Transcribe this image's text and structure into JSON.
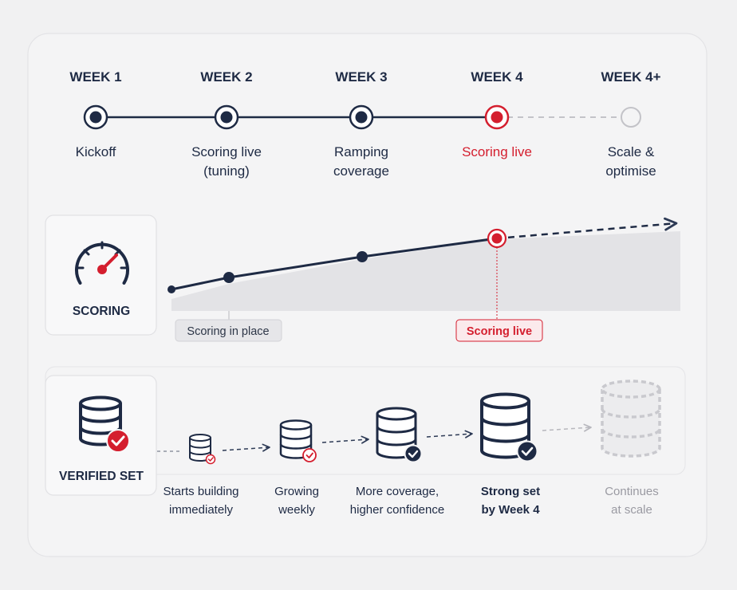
{
  "timeline": {
    "weeks": [
      "WEEK 1",
      "WEEK 2",
      "WEEK 3",
      "WEEK 4",
      "WEEK 4+"
    ],
    "milestones": [
      [
        "Kickoff"
      ],
      [
        "Scoring live",
        "(tuning)"
      ],
      [
        "Ramping",
        "coverage"
      ],
      [
        "Scoring live"
      ],
      [
        "Scale &",
        "optimise"
      ]
    ],
    "current_index": 3
  },
  "scoring": {
    "title": "SCORING",
    "icon": "speedometer-icon",
    "tags": [
      "Scoring in place",
      "Scoring live"
    ]
  },
  "verified_set": {
    "title": "VERIFIED SET",
    "icon": "database-check-icon",
    "steps": [
      [
        "Starts building",
        "immediately"
      ],
      [
        "Growing",
        "weekly"
      ],
      [
        "More coverage,",
        "higher confidence"
      ],
      [
        "Strong set",
        "by Week 4"
      ],
      [
        "Continues",
        "at scale"
      ]
    ]
  },
  "colors": {
    "navy": "#1e2a44",
    "red": "#d41e2e",
    "muted": "#c3c3c8",
    "background": "#f1f1f2"
  }
}
